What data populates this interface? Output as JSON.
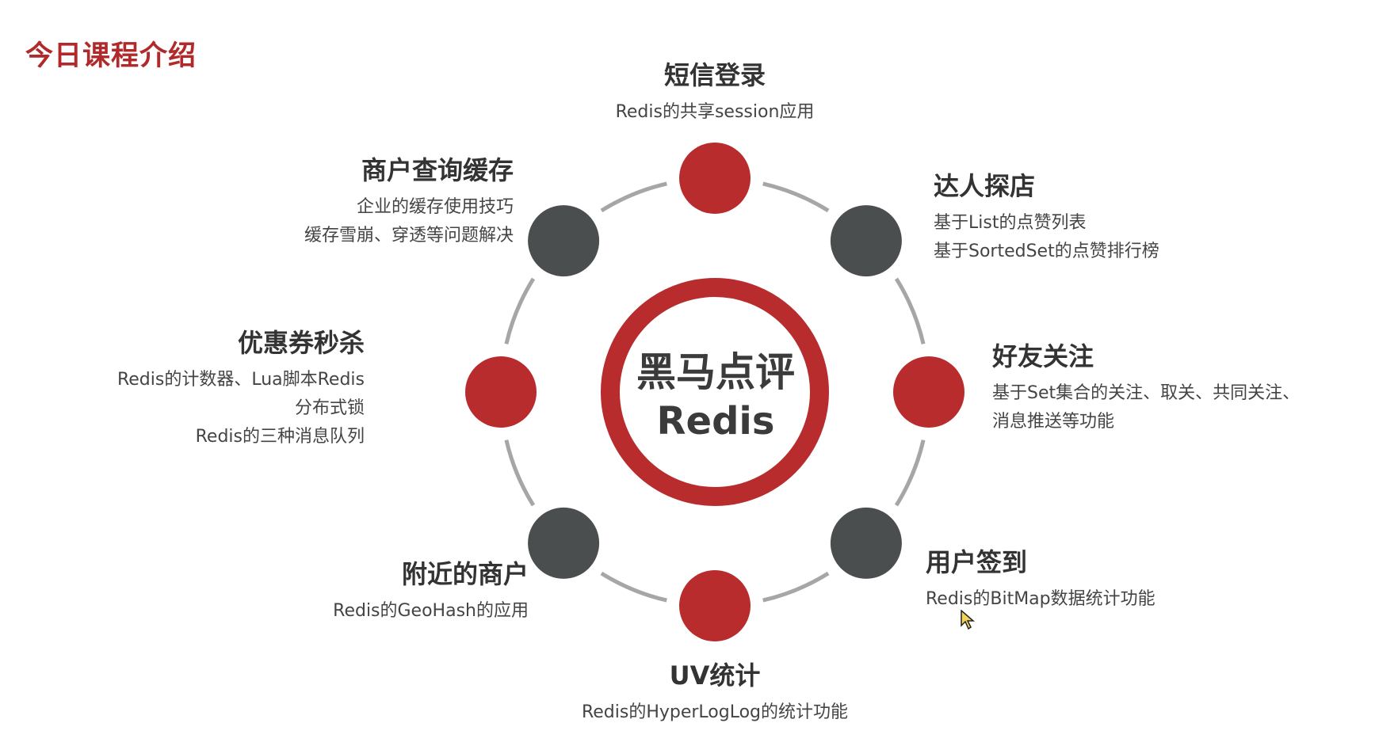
{
  "page_title": "今日课程介绍",
  "hub": {
    "line1": "黑马点评",
    "line2": "Redis"
  },
  "colors": {
    "red": "#b82c2e",
    "gray": "#4b4e4f",
    "ring": "#a6a6a6",
    "title_red": "#b12a2b"
  },
  "modules": [
    {
      "id": "sms-login",
      "color": "red",
      "title": "短信登录",
      "lines": [
        "Redis的共享session应用"
      ]
    },
    {
      "id": "expert-shop-visit",
      "color": "gray",
      "title": "达人探店",
      "lines": [
        "基于List的点赞列表",
        "基于SortedSet的点赞排行榜"
      ]
    },
    {
      "id": "friend-follow",
      "color": "red",
      "title": "好友关注",
      "lines": [
        "基于Set集合的关注、取关、共同关注、",
        "消息推送等功能"
      ]
    },
    {
      "id": "user-sign-in",
      "color": "gray",
      "title": "用户签到",
      "lines": [
        "Redis的BitMap数据统计功能"
      ]
    },
    {
      "id": "uv-statistics",
      "color": "red",
      "title": "UV统计",
      "lines": [
        "Redis的HyperLogLog的统计功能"
      ]
    },
    {
      "id": "nearby-merchants",
      "color": "gray",
      "title": "附近的商户",
      "lines": [
        "Redis的GeoHash的应用"
      ]
    },
    {
      "id": "coupon-flash-sale",
      "color": "red",
      "title": "优惠券秒杀",
      "lines": [
        "Redis的计数器、Lua脚本Redis",
        "分布式锁",
        "Redis的三种消息队列"
      ]
    },
    {
      "id": "merchant-query-cache",
      "color": "gray",
      "title": "商户查询缓存",
      "lines": [
        "企业的缓存使用技巧",
        "缓存雪崩、穿透等问题解决"
      ]
    }
  ]
}
